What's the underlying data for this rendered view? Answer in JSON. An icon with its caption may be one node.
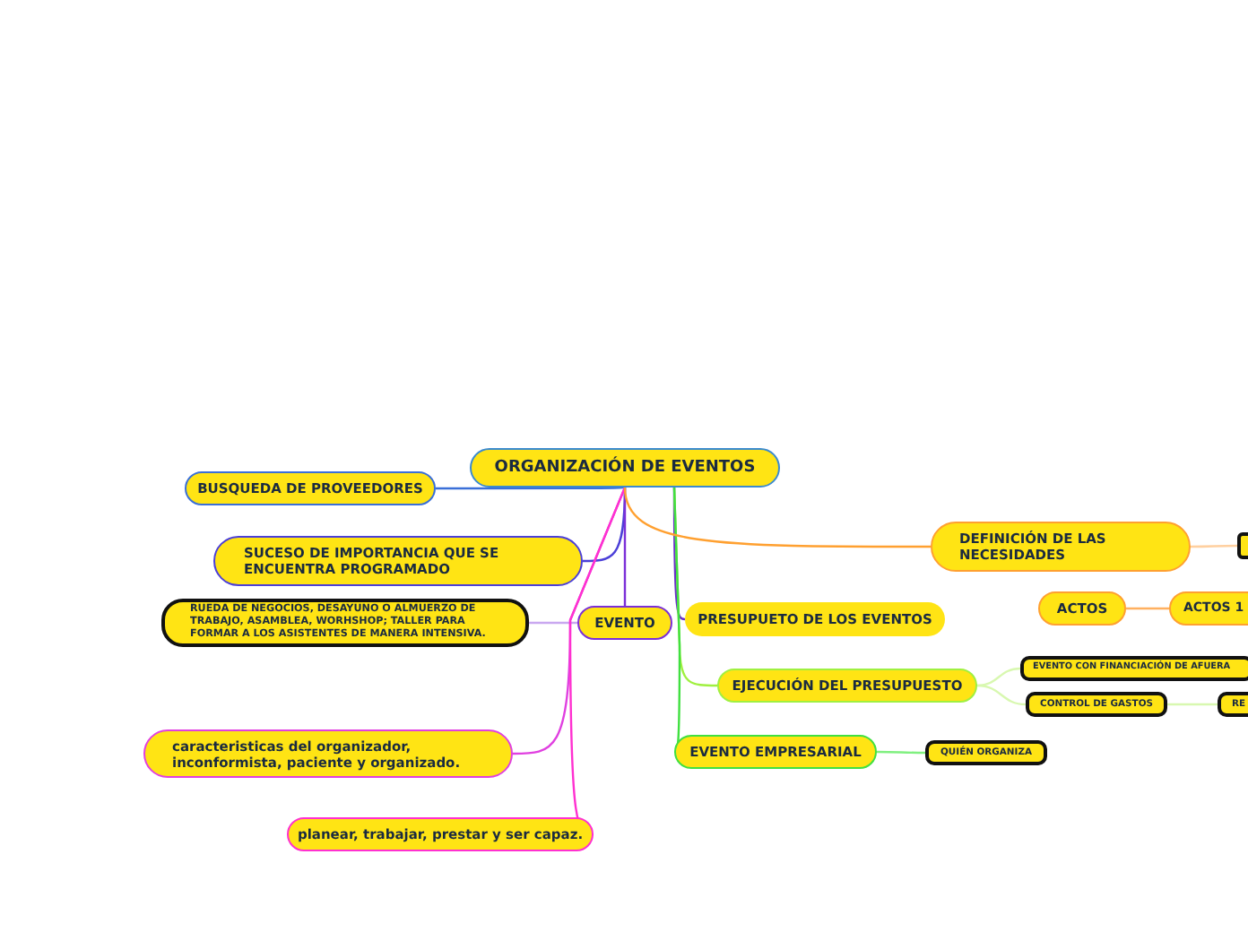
{
  "diagram": {
    "nodes": [
      {
        "text": [
          "ORGANIZACIÓN DE EVENTOS"
        ]
      },
      {
        "text": [
          "BUSQUEDA DE PROVEEDORES"
        ]
      },
      {
        "text": [
          "SUCESO DE IMPORTANCIA QUE SE ENCUENTRA PROGRAMADO"
        ]
      },
      {
        "text": [
          "EVENTO"
        ]
      },
      {
        "text": [
          "RUEDA DE NEGOCIOS, DESAYUNO O ALMUERZO DE TRABAJO, ASAMBLEA, WORHSHOP; TALLER PARA FORMAR A LOS ASISTENTES DE MANERA INTENSIVA."
        ]
      },
      {
        "text": [
          "caracteristicas del organizador, inconformista, paciente y organizado."
        ]
      },
      {
        "text": [
          "planear, trabajar, prestar y ser capaz."
        ]
      },
      {
        "text": [
          "PRESUPUETO DE LOS EVENTOS"
        ]
      },
      {
        "text": [
          "EJECUCIÓN DEL PRESUPUESTO"
        ]
      },
      {
        "text": [
          "EVENTO EMPRESARIAL"
        ]
      },
      {
        "text": [
          "DEFINICIÓN DE LAS NECESIDADES"
        ]
      },
      {
        "text": [],
        "shape": "box"
      },
      {
        "text": [
          "ACTOS"
        ]
      },
      {
        "text": [
          "ACTOS 1"
        ]
      },
      {
        "text": [
          "EVENTO CON FINANCIACIÓN DE AFUERA"
        ]
      },
      {
        "text": [
          "CONTROL DE GASTOS"
        ]
      },
      {
        "text": [
          "RE"
        ]
      },
      {
        "text": [
          "QUIÉN ORGANIZA"
        ]
      }
    ],
    "edges": [
      {
        "from": 0,
        "to": 1,
        "arrow": "none",
        "color": "#3a6fd8"
      },
      {
        "from": 0,
        "to": 2,
        "arrow": "none",
        "color": "#4b3fd8"
      },
      {
        "from": 0,
        "to": 3,
        "arrow": "none",
        "color": "#7b2fd8"
      },
      {
        "from": 3,
        "to": 4,
        "arrow": "none",
        "color": "#c9a8f0"
      },
      {
        "from": 0,
        "to": 5,
        "arrow": "none",
        "color": "#e040e0"
      },
      {
        "from": 0,
        "to": 6,
        "arrow": "none",
        "color": "#ff30d0"
      },
      {
        "from": 0,
        "to": 7,
        "arrow": "none",
        "color": "#6a30c8"
      },
      {
        "from": 0,
        "to": 8,
        "arrow": "none",
        "color": "#a0f040"
      },
      {
        "from": 0,
        "to": 9,
        "arrow": "none",
        "color": "#40e040"
      },
      {
        "from": 0,
        "to": 10,
        "arrow": "none",
        "color": "#ffa030"
      },
      {
        "from": 10,
        "to": 11,
        "arrow": "none",
        "color": "#ffd0a0"
      },
      {
        "from": 12,
        "to": 13,
        "arrow": "none",
        "color": "#ffb060"
      },
      {
        "from": 8,
        "to": 14,
        "arrow": "none",
        "color": "#d8f8b0"
      },
      {
        "from": 8,
        "to": 15,
        "arrow": "none",
        "color": "#d8f8b0"
      },
      {
        "from": 15,
        "to": 16,
        "arrow": "none",
        "color": "#d8f8b0"
      },
      {
        "from": 9,
        "to": 17,
        "arrow": "none",
        "color": "#80f080"
      }
    ]
  }
}
